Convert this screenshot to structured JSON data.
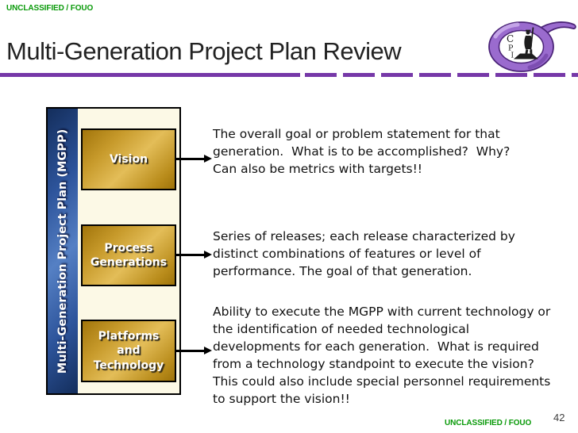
{
  "slide": {
    "top_classification": "UNCLASSIFIED / FOUO",
    "title": "Multi-Generation Project Plan Review",
    "footer_classification": "UNCLASSIFIED / FOUO",
    "page_number": "42"
  },
  "logo": {
    "name": "CPI sigma minuteman emblem",
    "letters": {
      "c": "C",
      "p": "P",
      "i": "I"
    }
  },
  "diagram": {
    "side_label": "Multi-Generation Project Plan (MGPP)",
    "rows": [
      {
        "box_lines": [
          "Vision"
        ],
        "desc_lines": [
          "The overall goal or problem statement for that",
          "generation.  What is to be accomplished?  Why?",
          "Can also be metrics with targets!!"
        ]
      },
      {
        "box_lines": [
          "Process",
          "Generations"
        ],
        "desc_lines": [
          "Series of releases; each release characterized by",
          "distinct combinations of features or level of",
          "performance. The goal of that generation."
        ]
      },
      {
        "box_lines": [
          "Platforms",
          "and",
          "Technology"
        ],
        "desc_lines": [
          "Ability to execute the MGPP with current technology or",
          "the identification of needed technological",
          "developments for each generation.  What is required",
          "from a technology standpoint to execute the vision?",
          "This could also include special personnel requirements",
          "to support the vision!!"
        ]
      }
    ]
  },
  "colors": {
    "classification_green": "#0a9a0a",
    "accent_purple": "#7638a8",
    "logo_purple": "#9a6bce",
    "logo_outline_purple": "#4b2478",
    "bar_blue_dark": "#142e5c",
    "bar_blue_light": "#5580c4",
    "gold_light": "#e3bd58",
    "gold_dark": "#9e730a",
    "panel_cream": "#fcf9e6",
    "title_text": "#222222"
  }
}
